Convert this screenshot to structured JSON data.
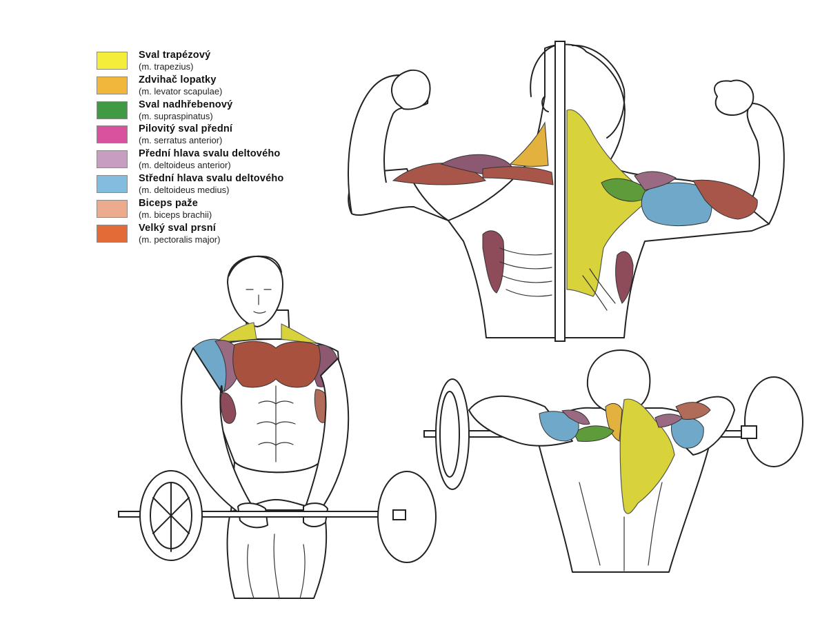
{
  "legend": [
    {
      "name": "Sval trapézový",
      "latin": "(m. trapezius)",
      "color": "#f4ee3a"
    },
    {
      "name": "Zdvihač lopatky",
      "latin": "(m. levator scapulae)",
      "color": "#f0b73c"
    },
    {
      "name": "Sval nadhřebenový",
      "latin": "(m. supraspinatus)",
      "color": "#3f9a43"
    },
    {
      "name": "Pilovitý sval přední",
      "latin": "(m. serratus anterior)",
      "color": "#d9529d"
    },
    {
      "name": "Přední hlava svalu deltového",
      "latin": "(m. deltoideus anterior)",
      "color": "#c79ec1"
    },
    {
      "name": "Střední hlava svalu deltového",
      "latin": "(m. deltoideus medius)",
      "color": "#82bde0"
    },
    {
      "name": "Biceps paže",
      "latin": "(m. biceps brachii)",
      "color": "#ecab8c"
    },
    {
      "name": "Velký sval prsní",
      "latin": "(m. pectoralis major)",
      "color": "#e36b37"
    }
  ],
  "muscle_colors": {
    "trapezius": "#d8d33a",
    "levator": "#e3b23e",
    "supraspinatus": "#5e9b3b",
    "serratus": "#8e4b5a",
    "deltoid_anterior": "#9a6a82",
    "deltoid_medius": "#6fa8c9",
    "biceps": "#b06c58",
    "pectoralis": "#a8513f"
  }
}
